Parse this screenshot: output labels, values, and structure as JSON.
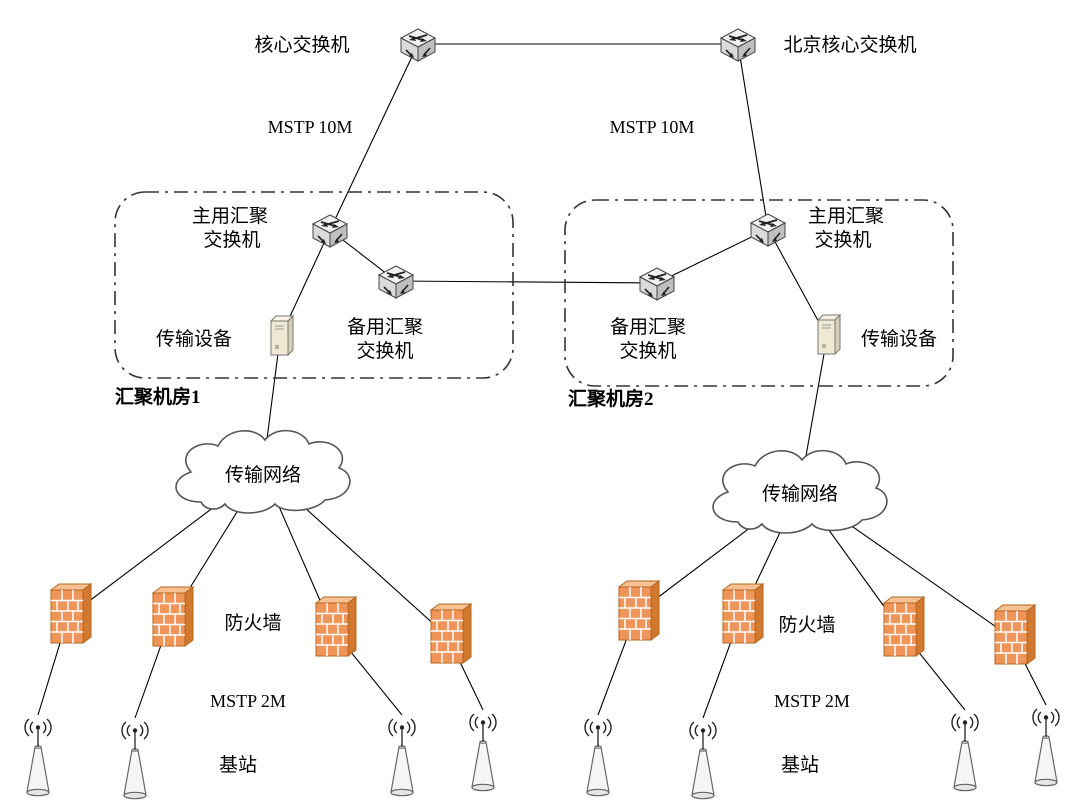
{
  "labels": {
    "core_switch": "核心交换机",
    "beijing_core_switch": "北京核心交换机",
    "mstp_10m": "MSTP 10M",
    "primary_agg_l1": "主用汇聚",
    "primary_agg_l2": "交换机",
    "backup_agg_l1": "备用汇聚",
    "backup_agg_l2": "交换机",
    "transmission_device": "传输设备",
    "room1": "汇聚机房1",
    "room2": "汇聚机房2",
    "transmission_network": "传输网络",
    "firewall": "防火墙",
    "mstp_2m": "MSTP 2M",
    "base_station": "基站"
  },
  "colors": {
    "switch_top": "#f2f2f2",
    "switch_left": "#dadada",
    "switch_right": "#bfbfbf",
    "device_body": "#efe8d3",
    "device_top": "#f8f3e3",
    "device_side": "#d8d0b6",
    "firewall_front": "#f0955a",
    "firewall_side": "#d2782f",
    "firewall_top": "#f7c193",
    "cloud_fill": "#ffffff",
    "line": "#000000"
  }
}
